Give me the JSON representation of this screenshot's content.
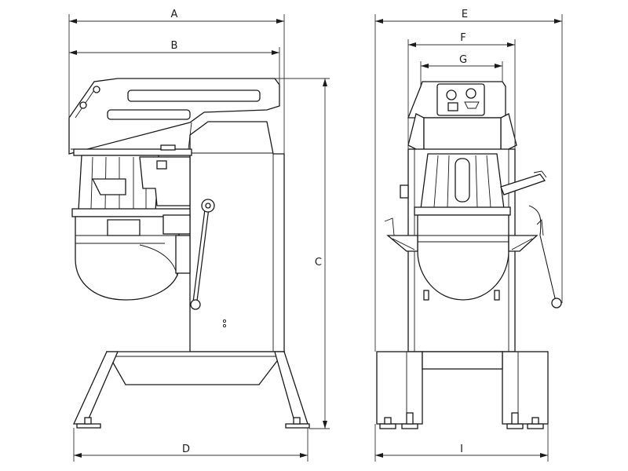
{
  "dimensions": {
    "A": "A",
    "B": "B",
    "C": "C",
    "D": "D",
    "E": "E",
    "F": "F",
    "G": "G",
    "I": "I"
  }
}
